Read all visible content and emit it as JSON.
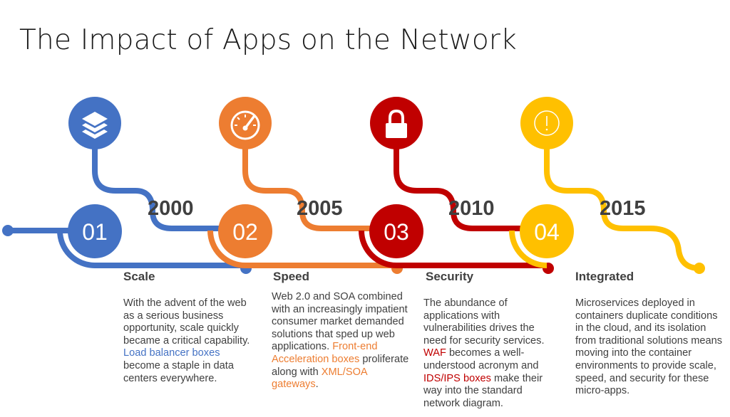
{
  "title": "The Impact of Apps on the Network",
  "stages": [
    {
      "number": "01",
      "year": "2000",
      "title": "Scale",
      "color": "#4472c4",
      "icon": "layers-icon",
      "desc_before": "With the advent of the web as a serious business opportunity, scale quickly became a critical capability. ",
      "hl1": "Load balancer boxes",
      "desc_after": " become a staple in data centers everywhere."
    },
    {
      "number": "02",
      "year": "2005",
      "title": "Speed",
      "color": "#ed7d31",
      "icon": "speedometer-icon",
      "desc_before": "Web 2.0 and SOA combined with an increasingly impatient consumer market demanded solutions that sped up web applications. ",
      "hl1": "Front-end Acceleration boxes",
      "desc_mid": " proliferate along with ",
      "hl2": "XML/SOA gateways",
      "desc_after": "."
    },
    {
      "number": "03",
      "year": "2010",
      "title": "Security",
      "color": "#c00000",
      "icon": "lock-icon",
      "desc_before": "The abundance of applications with vulnerabilities drives the need for security services. ",
      "hl1": "WAF",
      "desc_mid": " becomes a well-understood acronym and ",
      "hl2": "IDS/IPS boxes",
      "desc_after": " make their way into the standard network diagram."
    },
    {
      "number": "04",
      "year": "2015",
      "title": "Integrated",
      "color": "#ffc000",
      "icon": "alert-icon",
      "desc_before": "Microservices deployed in containers duplicate conditions in the cloud, and its isolation from traditional solutions means moving into the container environments to provide scale, speed, and security for these micro-apps."
    }
  ]
}
